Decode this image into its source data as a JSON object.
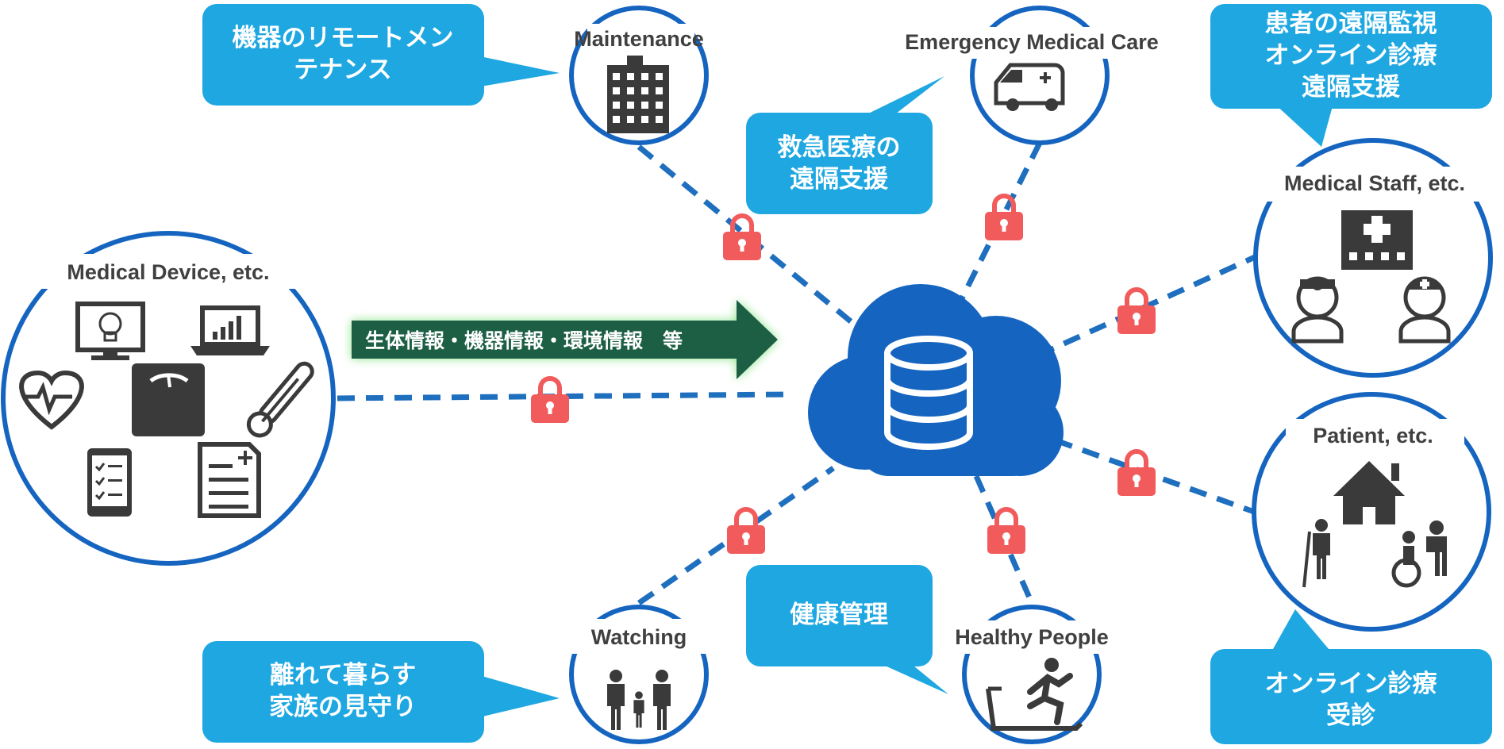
{
  "colors": {
    "accent_blue": "#1565c0",
    "bubble_blue": "#1ea7e1",
    "lock_red": "#f25b5b",
    "arrow_green": "#1f5e45",
    "icon_gray": "#3a3a3a"
  },
  "nodes": {
    "maintenance": {
      "label": "Maintenance",
      "icon": "building-icon"
    },
    "emergency": {
      "label": "Emergency Medical Care",
      "icon": "ambulance-icon"
    },
    "medical_staff": {
      "label": "Medical Staff, etc.",
      "icon": "hospital-doctor-nurse-icon"
    },
    "medical_device": {
      "label": "Medical Device, etc.",
      "icon": "medical-devices-icon"
    },
    "patient": {
      "label": "Patient, etc.",
      "icon": "home-patient-icon"
    },
    "watching": {
      "label": "Watching",
      "icon": "family-icon"
    },
    "healthy": {
      "label": "Healthy People",
      "icon": "treadmill-runner-icon"
    }
  },
  "bubbles": {
    "maintenance": [
      "機器のリモートメン",
      "テナンス"
    ],
    "emergency": [
      "救急医療の",
      "遠隔支援"
    ],
    "medical_staff": [
      "患者の遠隔監視",
      "オンライン診療",
      "遠隔支援"
    ],
    "watching": [
      "離れて暮らす",
      "家族の見守り"
    ],
    "healthy": [
      "健康管理"
    ],
    "patient": [
      "オンライン診療",
      "受診"
    ]
  },
  "arrow": {
    "label": "生体情報・機器情報・環境情報　等"
  },
  "center": {
    "icon": "cloud-database-icon"
  },
  "locks": {
    "icon": "lock-icon"
  }
}
